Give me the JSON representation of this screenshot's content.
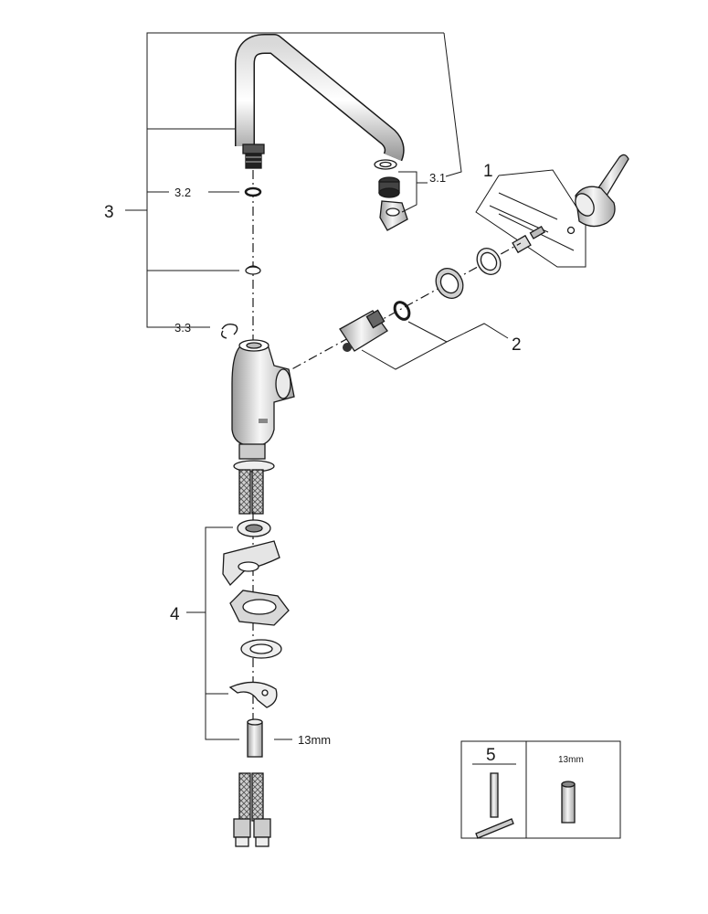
{
  "callouts": {
    "c1": "1",
    "c2": "2",
    "c3": "3",
    "c3_1": "3.1",
    "c3_2": "3.2",
    "c3_3": "3.3",
    "c4": "4",
    "c13mm": "13mm"
  },
  "tool_box": {
    "label_5": "5",
    "label_13mm": "13mm"
  },
  "colors": {
    "line": "#1a1a1a",
    "part_light": "#f2f2f2",
    "part_mid": "#cfcfcf",
    "part_dark": "#8a8a8a"
  }
}
